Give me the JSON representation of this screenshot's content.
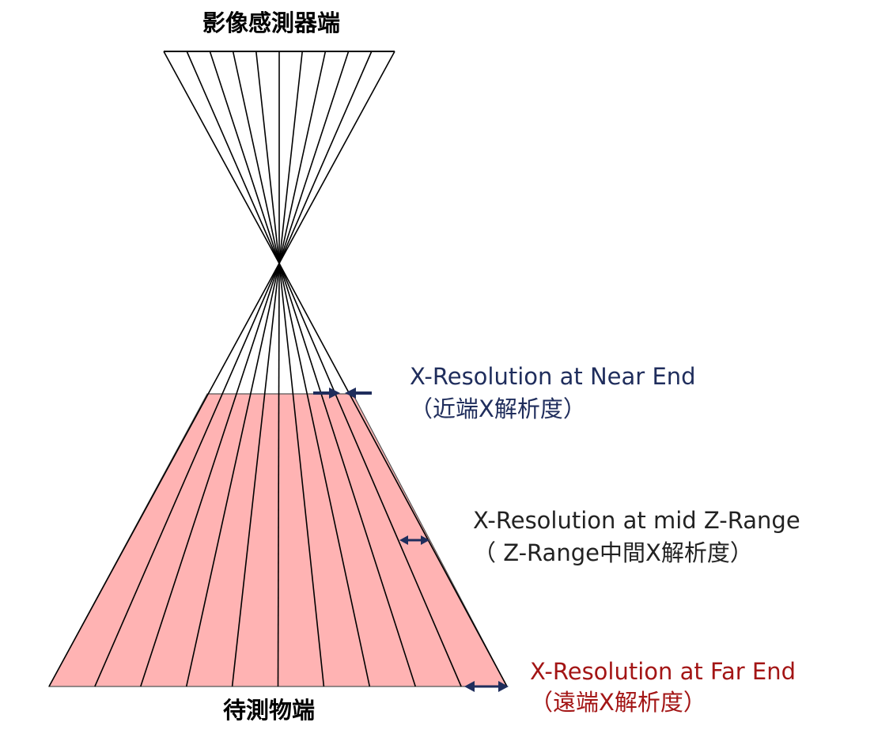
{
  "top_label": "影像感測器端",
  "bottom_label": "待測物端",
  "annotations": {
    "near": {
      "line1": "X-Resolution at Near End",
      "line2": "（近端X解析度）",
      "color": "#1f2d5c"
    },
    "mid": {
      "line1": "X-Resolution at mid Z-Range",
      "line2": "（ Z-Range中間X解析度）",
      "color": "#222222"
    },
    "far": {
      "line1": "X-Resolution at Far End",
      "line2": "（遠端X解析度）",
      "color": "#a31515"
    }
  },
  "colors": {
    "field_fill": "#ffb3b3",
    "ray_line": "#000000",
    "arrow": "#1f2d5c"
  }
}
